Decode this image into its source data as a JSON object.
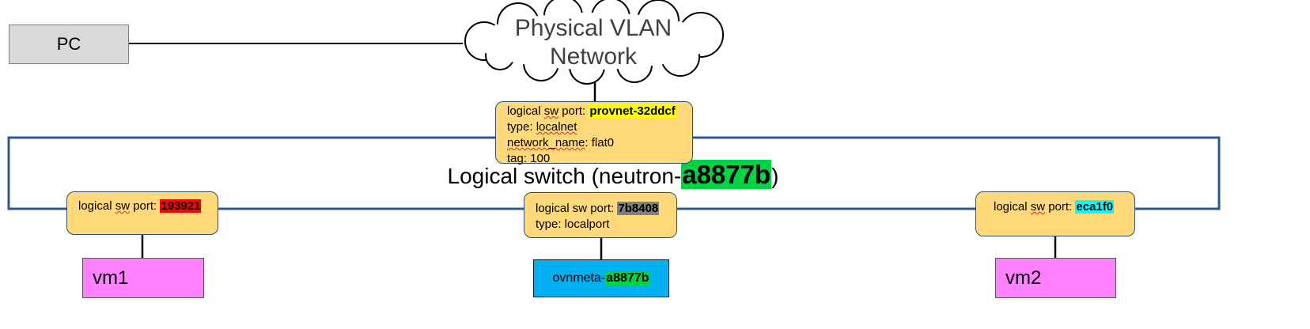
{
  "pc": {
    "label": "PC"
  },
  "cloud": {
    "line1": "Physical VLAN",
    "line2": "Network"
  },
  "logical_switch": {
    "prefix": "Logical switch (neutron-",
    "id": "a8877b",
    "suffix": ")",
    "border_color": "#2f5597",
    "id_highlight": "#00d444"
  },
  "ports": {
    "provnet": {
      "port_prefix": "logical ",
      "port_sw": "sw",
      "port_suffix": " port: ",
      "id": "provnet-32ddcf",
      "id_highlight": "#ffff00",
      "type_label": "type: ",
      "type_value": "localnet",
      "network_name_key": "network_name",
      "network_name_rest": ": flat0",
      "tag_line": "tag: 100"
    },
    "p193921": {
      "port_prefix": "logical ",
      "port_sw": "sw",
      "port_suffix": " port: ",
      "id": "193921",
      "id_highlight": "#ff0000"
    },
    "p7b8408": {
      "port_label": "logical sw port: ",
      "id": "7b8408",
      "id_highlight": "#808080",
      "type_line": "type: localport"
    },
    "peca1f0": {
      "port_prefix": "logical ",
      "port_sw": "sw",
      "port_suffix": " port: ",
      "id": "eca1f0",
      "id_highlight": "#00ffff"
    }
  },
  "vm1": {
    "label": "vm1",
    "color": "#ff80ff"
  },
  "vm2": {
    "label": "vm2",
    "color": "#ff80ff"
  },
  "ovnmeta": {
    "prefix": "ovnmeta-",
    "id": "a8877b",
    "color": "#00b0f0",
    "id_highlight": "#00d444"
  },
  "port_fill": "#ffd97a"
}
